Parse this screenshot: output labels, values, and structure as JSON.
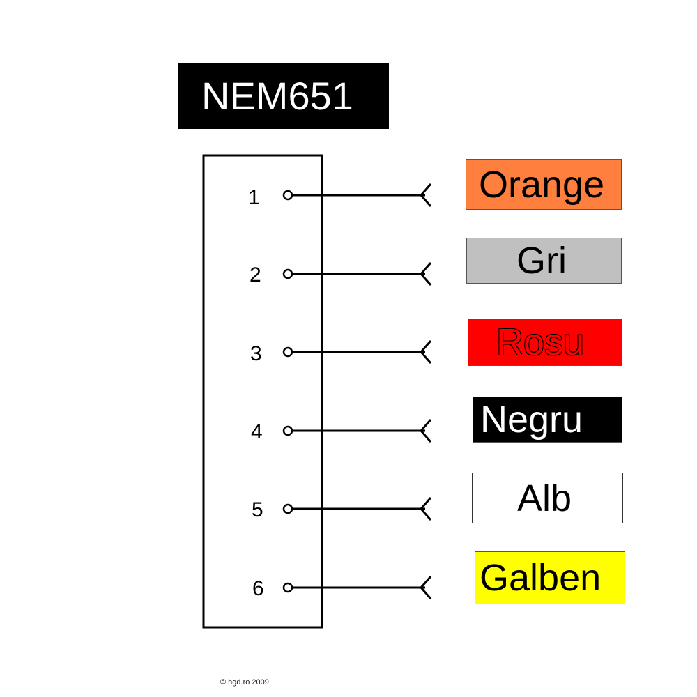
{
  "title": "NEM651",
  "pins": [
    {
      "number": "1",
      "wire_color": "Orange",
      "box_fill": "#ff7f3f",
      "text_color": "#000000"
    },
    {
      "number": "2",
      "wire_color": "Gri",
      "box_fill": "#c0c0c0",
      "text_color": "#000000"
    },
    {
      "number": "3",
      "wire_color": "Rosu",
      "box_fill": "#ff0000",
      "text_color": "#ff0000"
    },
    {
      "number": "4",
      "wire_color": "Negru",
      "box_fill": "#000000",
      "text_color": "#ffffff"
    },
    {
      "number": "5",
      "wire_color": "Alb",
      "box_fill": "#ffffff",
      "text_color": "#000000"
    },
    {
      "number": "6",
      "wire_color": "Galben",
      "box_fill": "#ffff00",
      "text_color": "#000000"
    }
  ],
  "copyright": "© hgd.ro 2009"
}
